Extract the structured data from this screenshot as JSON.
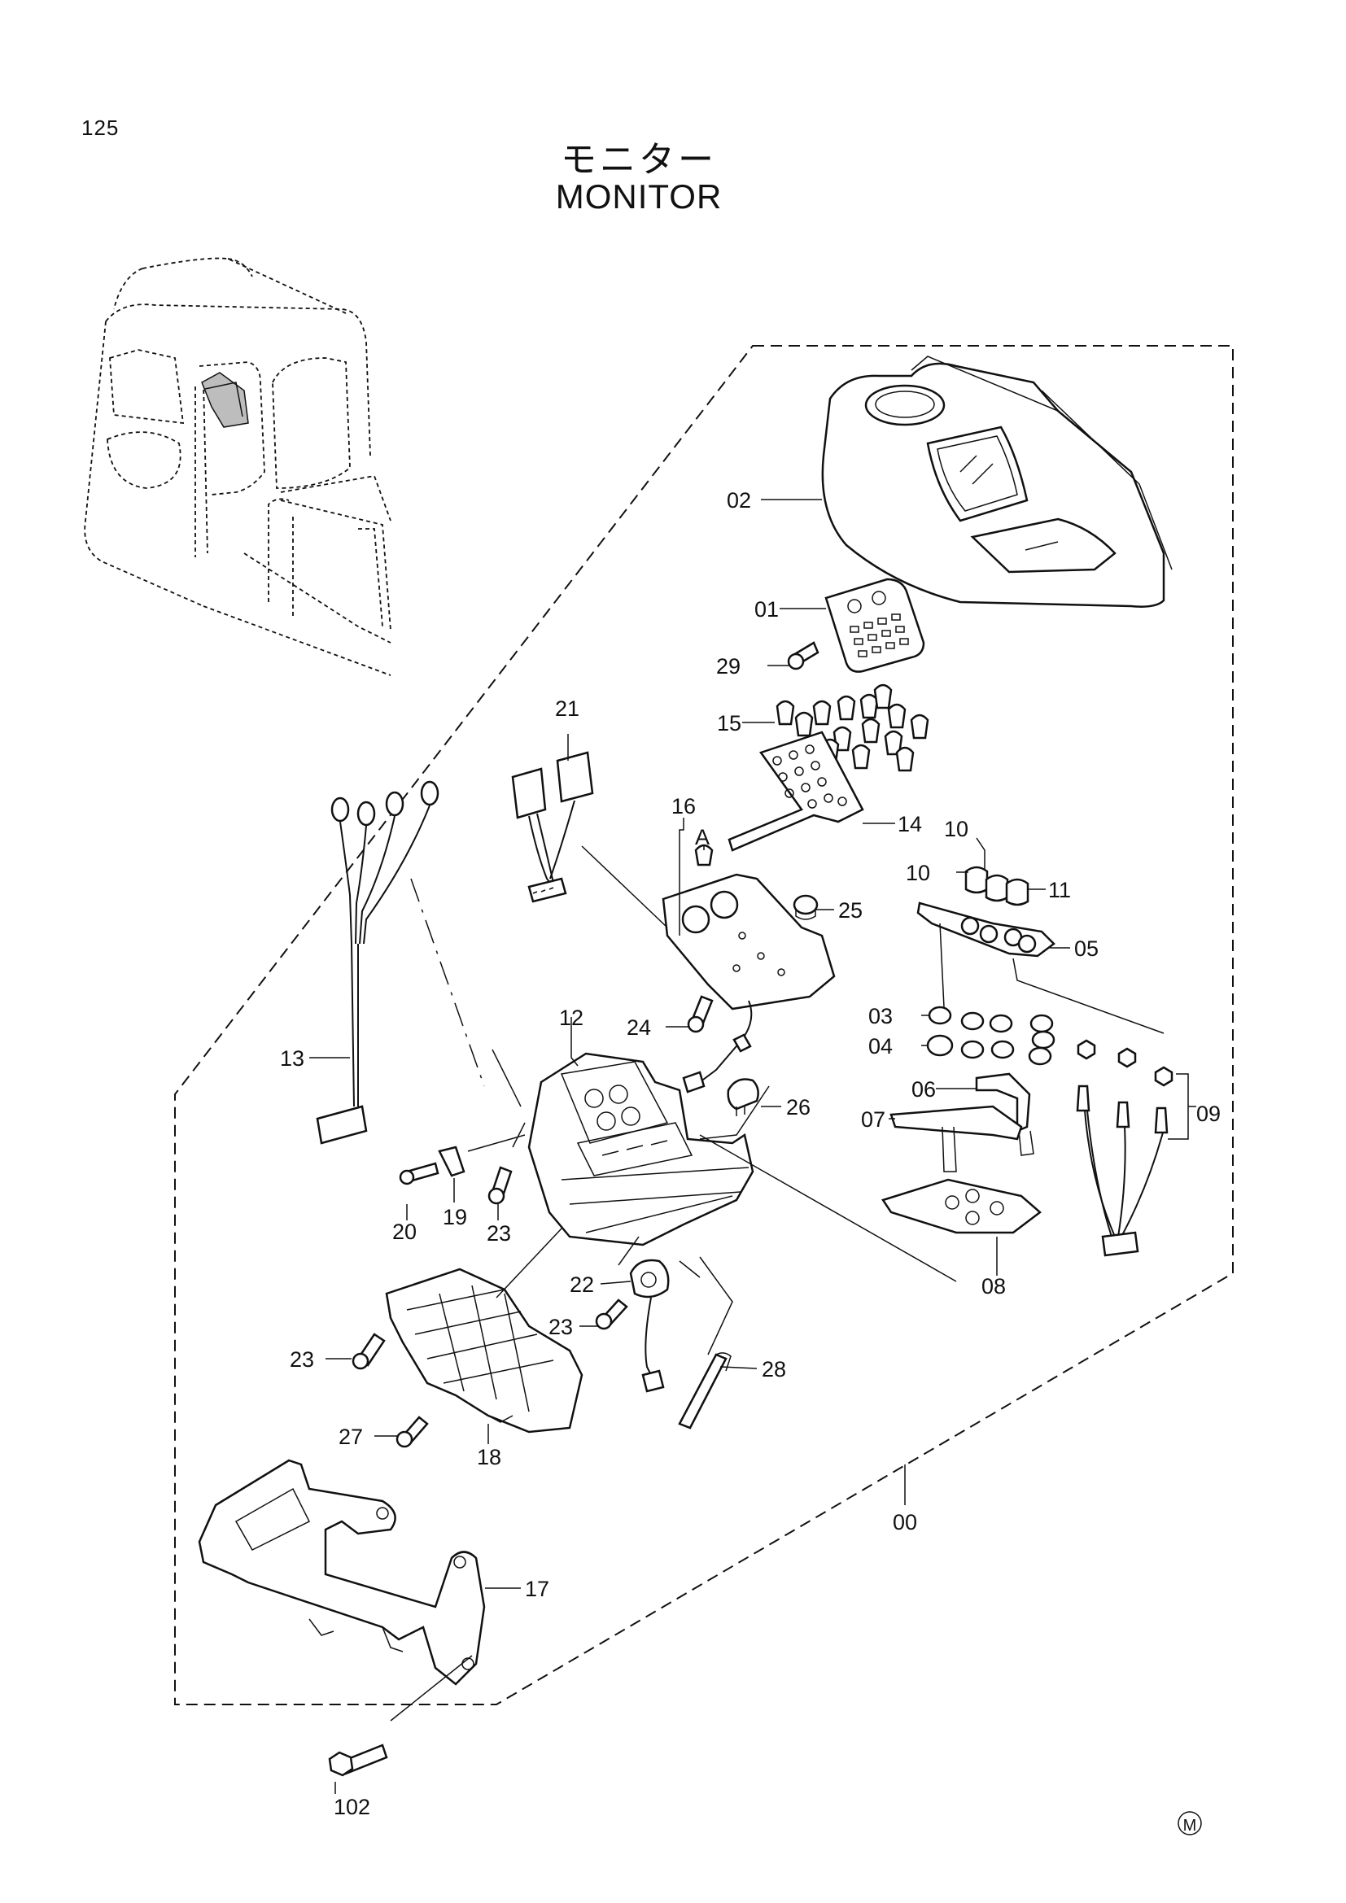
{
  "header": {
    "page_number": "125",
    "title_jp": "モニター",
    "title_en": "MONITOR"
  },
  "callouts": {
    "c00": "00",
    "c01": "01",
    "c02": "02",
    "c03": "03",
    "c04": "04",
    "c05": "05",
    "c06": "06",
    "c07": "07",
    "c08": "08",
    "c09": "09",
    "c10a": "10",
    "c10b": "10",
    "c11": "11",
    "c12": "12",
    "c13": "13",
    "c14": "14",
    "c15": "15",
    "c16": "16",
    "c17": "17",
    "c18": "18",
    "c19": "19",
    "c20": "20",
    "c21": "21",
    "c22": "22",
    "c23a": "23",
    "c23b": "23",
    "c23c": "23",
    "c24": "24",
    "c25": "25",
    "c26": "26",
    "c27": "27",
    "c28": "28",
    "c29": "29",
    "c102": "102",
    "detail_a": "A"
  },
  "footer": {
    "mark": "M"
  }
}
